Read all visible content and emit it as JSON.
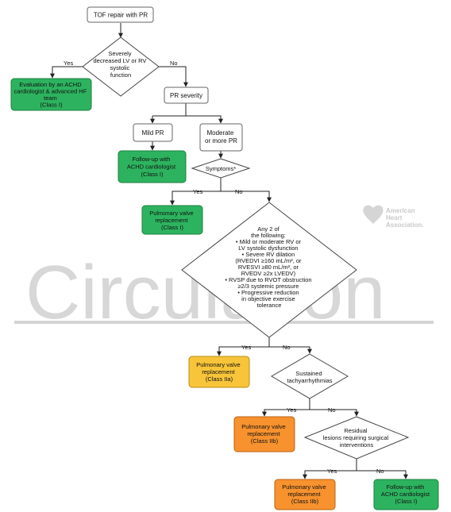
{
  "watermark": {
    "text": "Circulation"
  },
  "logo": {
    "line1": "American",
    "line2": "Heart",
    "line3": "Association."
  },
  "nodes": {
    "start": [
      "TOF repair with PR"
    ],
    "severe_fn": [
      "Severely",
      "decreased LV or RV",
      "systolic",
      "function"
    ],
    "achd_hf": [
      "Evaluation by an ACHD",
      "cardiologist & advanced HF",
      "team",
      "(Class I)"
    ],
    "pr_severity": [
      "PR severity"
    ],
    "mild_pr": [
      "Mild PR"
    ],
    "moderate_pr": [
      "Moderate",
      "or more PR"
    ],
    "followup1": [
      "Follow-up with",
      "ACHD cardiologist",
      "(Class I)"
    ],
    "symptoms": [
      "Symptoms*"
    ],
    "pvr_class1": [
      "Pulmonary valve",
      "replacement",
      "(Class I)"
    ],
    "criteria": [
      "Any 2 of",
      "the following:",
      "•   Mild or moderate RV or",
      "LV systolic dysfunction",
      "•   Severe RV dilation",
      "(RVEDVI ≥160 mL/m², or",
      "RVESVI ≥80 mL/m², or",
      "RVEDV ≥2x LVEDV)",
      "•   RVSP due to RVOT obstruction",
      "≥2/3 systemic pressure",
      "•   Progressive reduction",
      "in objective exercise",
      "tolerance"
    ],
    "pvr_class2a": [
      "Pulmonary valve",
      "replacement",
      "(Class IIa)"
    ],
    "tachy": [
      "Sustained",
      "tachyarrhythmias"
    ],
    "pvr_class2b_1": [
      "Pulmonary valve",
      "replacement",
      "(Class IIb)"
    ],
    "residual": [
      "Residual",
      "lesions requiring surgical",
      "interventions"
    ],
    "pvr_class2b_2": [
      "Pulmonary valve",
      "replacement",
      "(Class IIb)"
    ],
    "followup2": [
      "Follow-up with",
      "ACHD cardiologist",
      "(Class I)"
    ]
  },
  "edge_labels": {
    "yes1": "Yes",
    "no1": "No",
    "yes2": "Yes",
    "no2": "No",
    "yes3": "Yes",
    "no3": "No",
    "yes4": "Yes",
    "no4": "No",
    "yes5": "Yes",
    "no5": "No"
  },
  "colors": {
    "class1": "#2db35f",
    "class2a": "#f7c43a",
    "class2b": "#f7922e"
  }
}
